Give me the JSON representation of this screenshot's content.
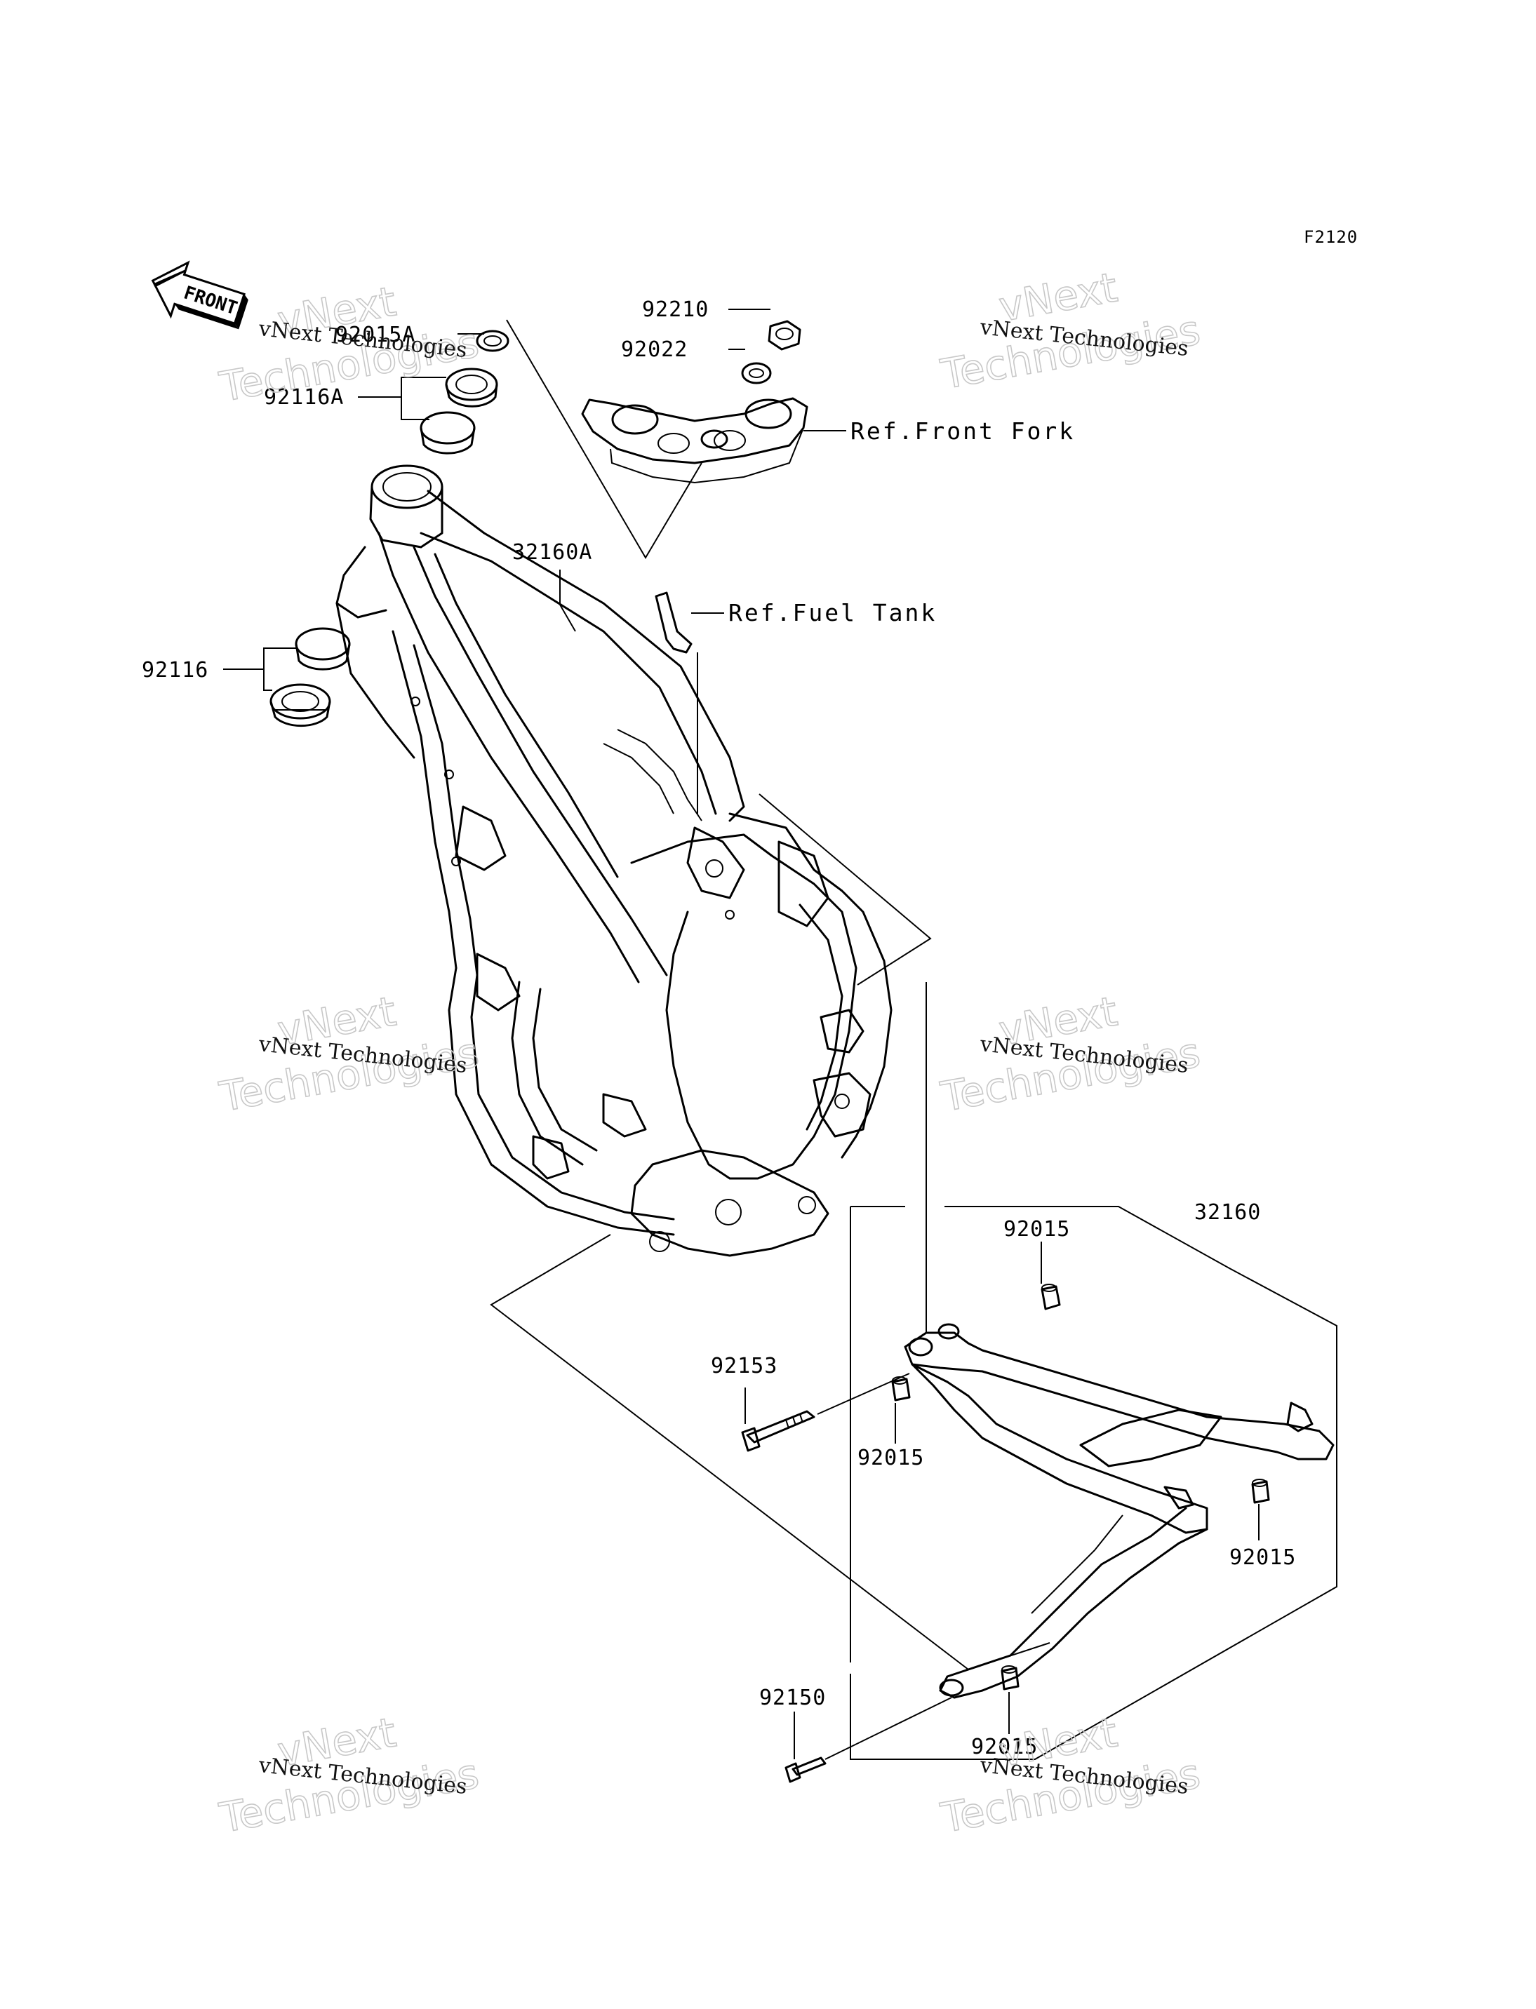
{
  "figure_code": "F2120",
  "front_indicator": "FRONT",
  "watermark": {
    "line1": "vNext Technologies",
    "big_line1": "vNext",
    "big_line2": "Technologies"
  },
  "references": {
    "front_fork": "Ref.Front Fork",
    "fuel_tank": "Ref.Fuel Tank"
  },
  "part_labels": {
    "p92210": "92210",
    "p92022": "92022",
    "p92015A": "92015A",
    "p92116A": "92116A",
    "p32160A": "32160A",
    "p92116": "92116",
    "p32160": "32160",
    "p92015_top": "92015",
    "p92153": "92153",
    "p92015_mid": "92015",
    "p92015_right": "92015",
    "p92150": "92150",
    "p92015_bottom": "92015"
  },
  "colors": {
    "line": "#000000",
    "watermark_outline": "#c8c8c8",
    "background": "#ffffff"
  }
}
